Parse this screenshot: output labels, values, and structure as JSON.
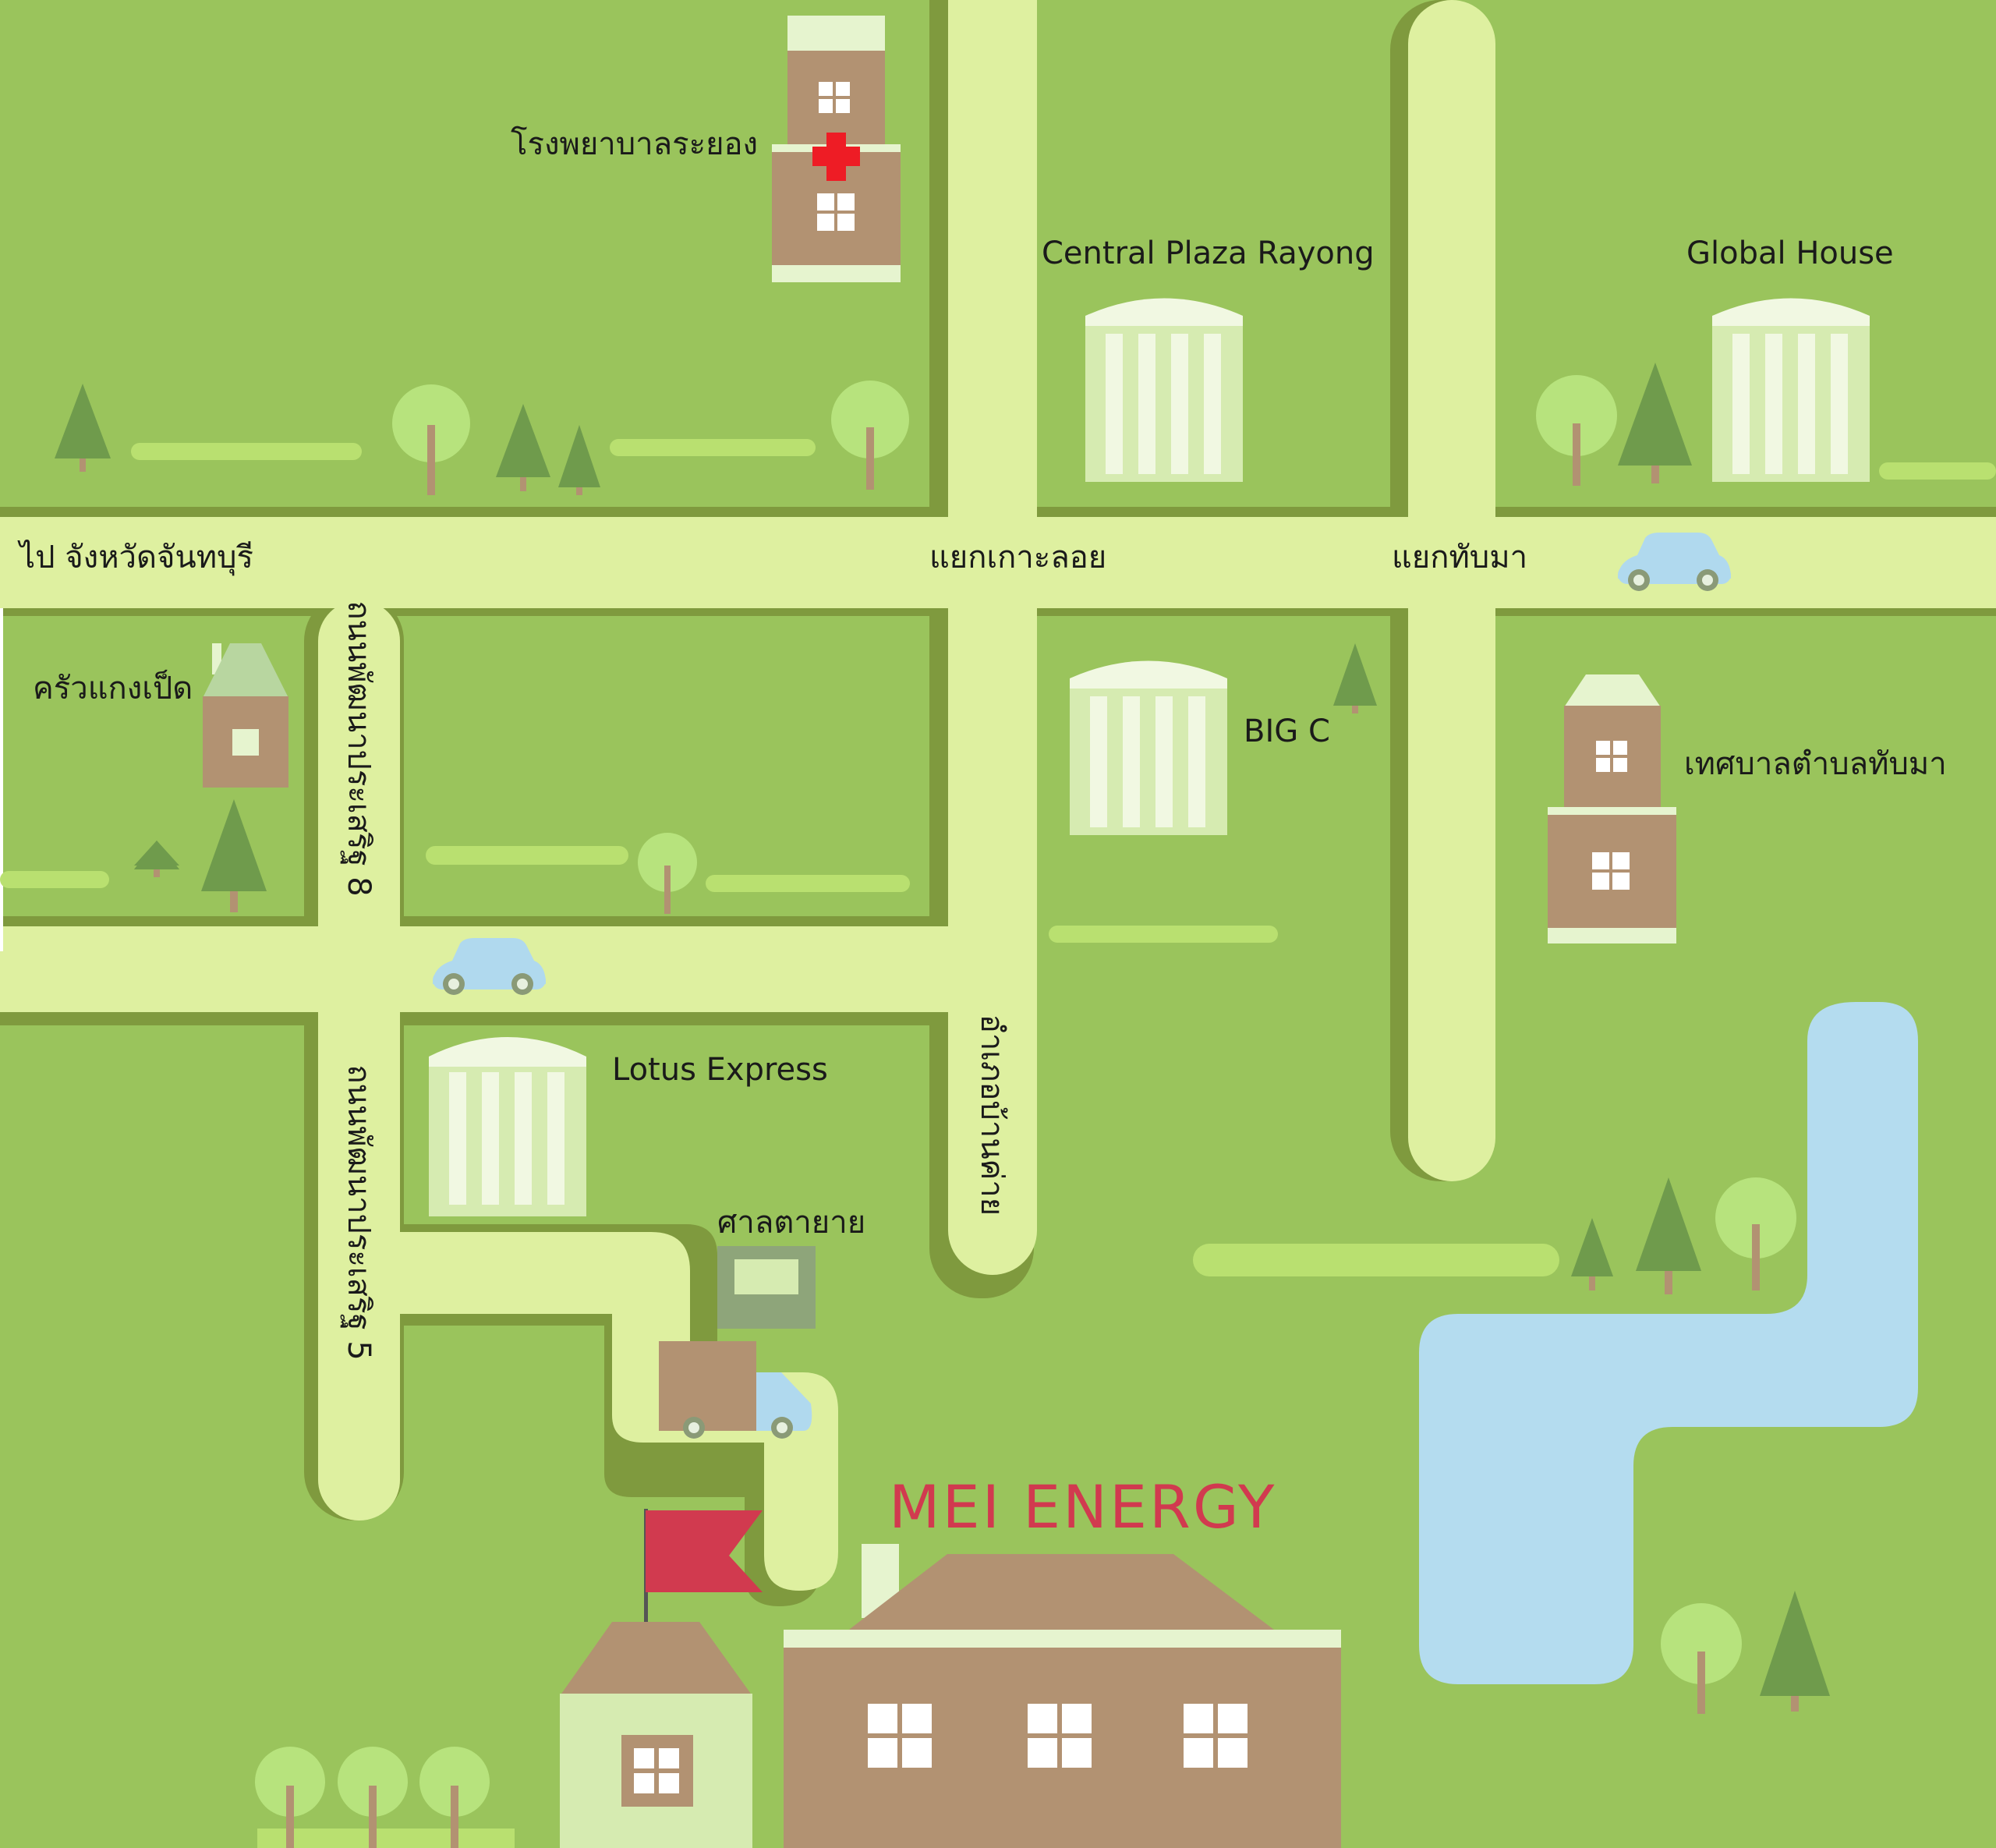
{
  "colors": {
    "grass": "#9ac45c",
    "road": "#def0a0",
    "curb": "#7f9a3e",
    "path": "#b9e070",
    "water": "#b4dcef",
    "building_brown": "#b29272",
    "store_fill": "#d6ebb1",
    "tree_dark": "#6f9b4c",
    "tree_light": "#b7e37d",
    "car": "#b0d9ee",
    "flag": "#d13a4f",
    "cross": "#ee1c25"
  },
  "places": {
    "hospital": "โรงพยาบาลระยอง",
    "central": "Central Plaza Rayong",
    "global_house": "Global House",
    "kitchen": "ครัวแกงเป็ด",
    "big_c": "BIG C",
    "municipality": "เทศบาลตำบลทับมา",
    "lotus": "Lotus Express",
    "shrine": "ศาลตายาย",
    "company": "MEI ENERGY"
  },
  "roads": {
    "to_chanthaburi": "ไป จังหวัดจันทบุรี",
    "koh_loi_junction": "แยกเกาะลอย",
    "thap_ma_junction": "แยกทับมา",
    "phatthana_8": "ถนนพัฒนาประเสริฐ 8",
    "phatthana_5": "ถนนพัฒนาประเสริฐ 5",
    "ban_khai_district": "อำเภอบ้านค่าย"
  },
  "icons": [
    "hospital-cross-icon",
    "car-icon",
    "truck-icon",
    "flag-icon",
    "tree-icon",
    "store-icon",
    "house-icon",
    "shrine-icon"
  ]
}
